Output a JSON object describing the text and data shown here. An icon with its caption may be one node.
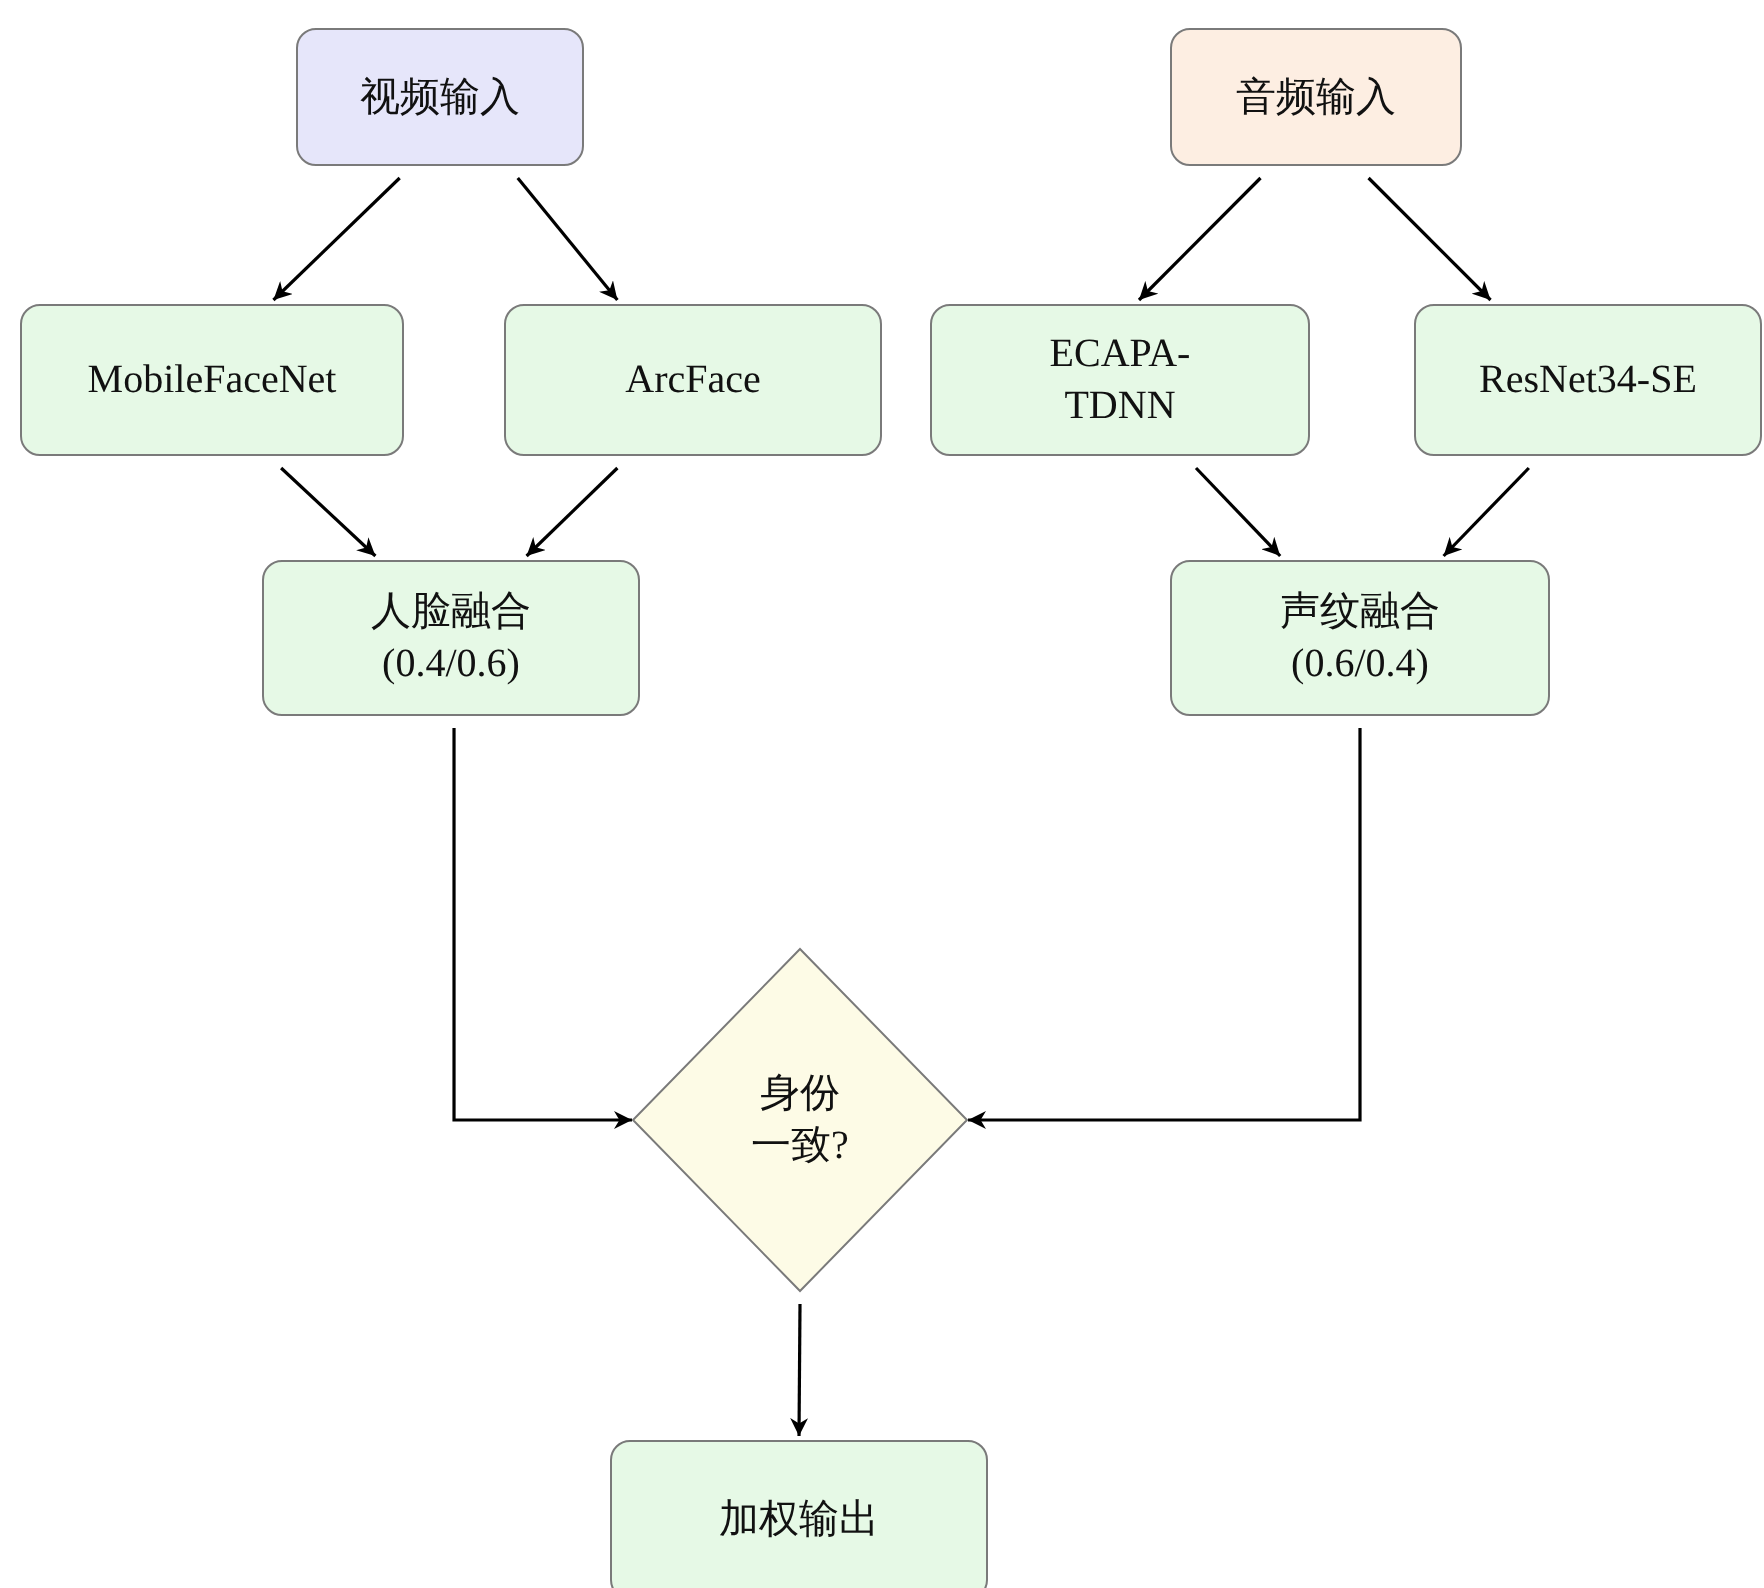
{
  "diagram": {
    "nodes": [
      {
        "text": [
          "视频输入"
        ]
      },
      {
        "text": [
          "音频输入"
        ]
      },
      {
        "text": [
          "MobileFaceNet"
        ]
      },
      {
        "text": [
          "ArcFace"
        ]
      },
      {
        "text": [
          "ECAPA-TDNN"
        ]
      },
      {
        "text": [
          "ResNet34-SE"
        ]
      },
      {
        "text": [
          "人脸融合 (0.4/0.6)"
        ]
      },
      {
        "text": [
          "声纹融合 (0.6/0.4)"
        ]
      },
      {
        "text": [
          "身份一致?"
        ]
      },
      {
        "text": [
          "加权输出"
        ]
      }
    ],
    "edges": [
      {
        "from": 0,
        "to": 2,
        "arrow": "to"
      },
      {
        "from": 0,
        "to": 3,
        "arrow": "to"
      },
      {
        "from": 1,
        "to": 4,
        "arrow": "to"
      },
      {
        "from": 1,
        "to": 5,
        "arrow": "to"
      },
      {
        "from": 2,
        "to": 6,
        "arrow": "to"
      },
      {
        "from": 3,
        "to": 6,
        "arrow": "to"
      },
      {
        "from": 4,
        "to": 7,
        "arrow": "to"
      },
      {
        "from": 5,
        "to": 7,
        "arrow": "to"
      },
      {
        "from": 6,
        "to": 8,
        "arrow": "to"
      },
      {
        "from": 7,
        "to": 8,
        "arrow": "to"
      },
      {
        "from": 8,
        "to": 9,
        "arrow": "to"
      }
    ]
  }
}
